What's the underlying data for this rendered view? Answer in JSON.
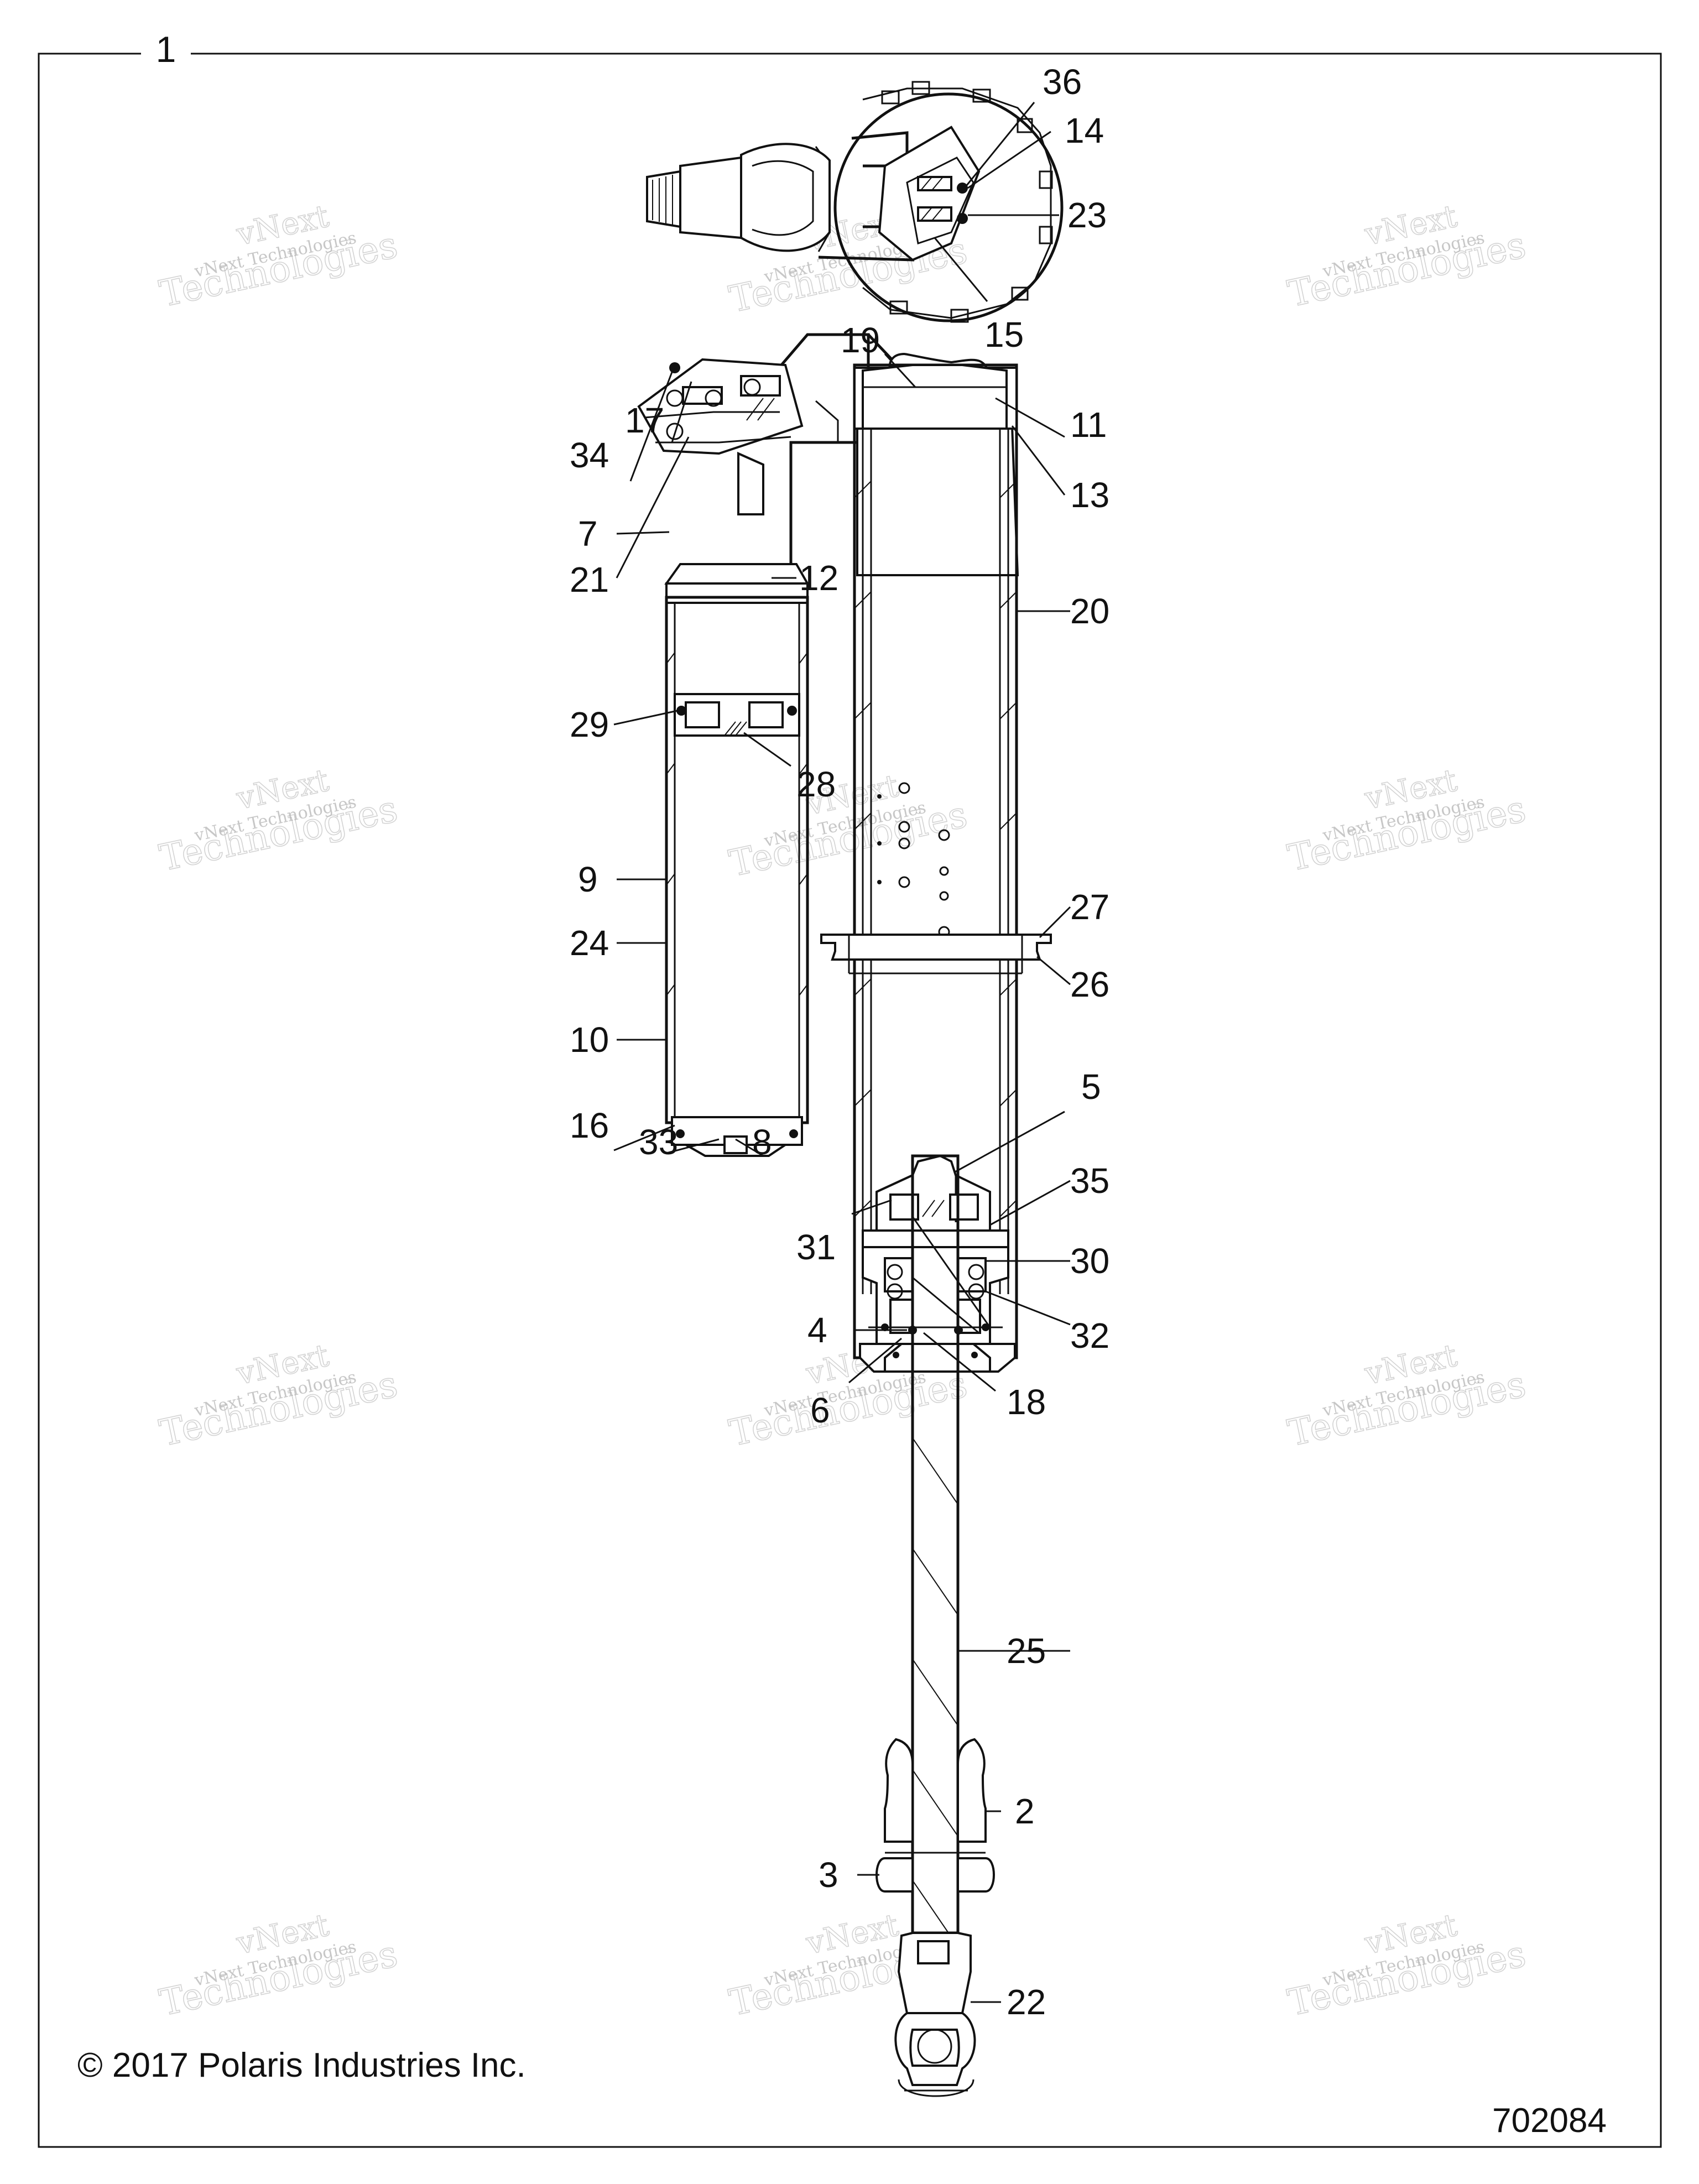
{
  "assembly_number": "1",
  "figure_number": "702084",
  "copyright": "© 2017 Polaris Industries Inc.",
  "watermark": {
    "line1": "vNext",
    "line2": "vNext Technologies",
    "line3": "Technologies"
  },
  "callouts": [
    "36",
    "14",
    "23",
    "15",
    "19",
    "11",
    "13",
    "17",
    "34",
    "7",
    "21",
    "12",
    "20",
    "29",
    "28",
    "9",
    "24",
    "27",
    "26",
    "10",
    "16",
    "33",
    "8",
    "5",
    "35",
    "31",
    "30",
    "32",
    "4",
    "6",
    "18",
    "25",
    "2",
    "3",
    "22"
  ],
  "colors": {
    "line": "#111111",
    "watermark": "#9a9a9a",
    "background": "#ffffff"
  }
}
